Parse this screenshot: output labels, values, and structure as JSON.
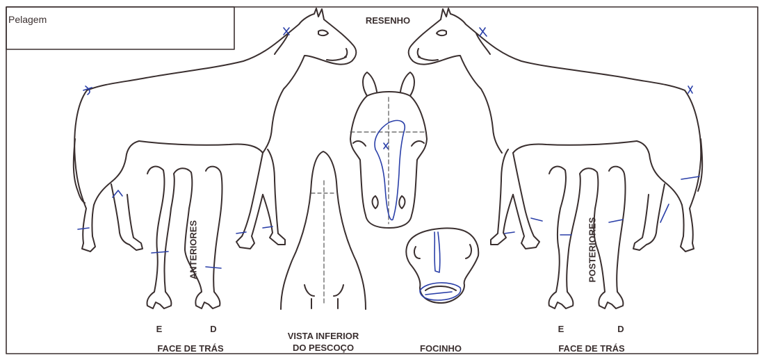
{
  "form": {
    "pelagem_label": "Pelagem",
    "resenho_title": "RESENHO"
  },
  "labels": {
    "anteriores": "ANTERIORES",
    "posteriores": "POSTERIORES",
    "left_e": "E",
    "left_d": "D",
    "left_face": "FACE DE TRÁS",
    "right_e": "E",
    "right_d": "D",
    "right_face": "FACE DE TRÁS",
    "vista_line1": "VISTA INFERIOR",
    "vista_line2": "DO PESCOÇO",
    "focinho": "FOCINHO"
  },
  "colors": {
    "outline": "#3a2f2f",
    "marking_ink": "#2a3fa8",
    "guide": "#555555"
  }
}
